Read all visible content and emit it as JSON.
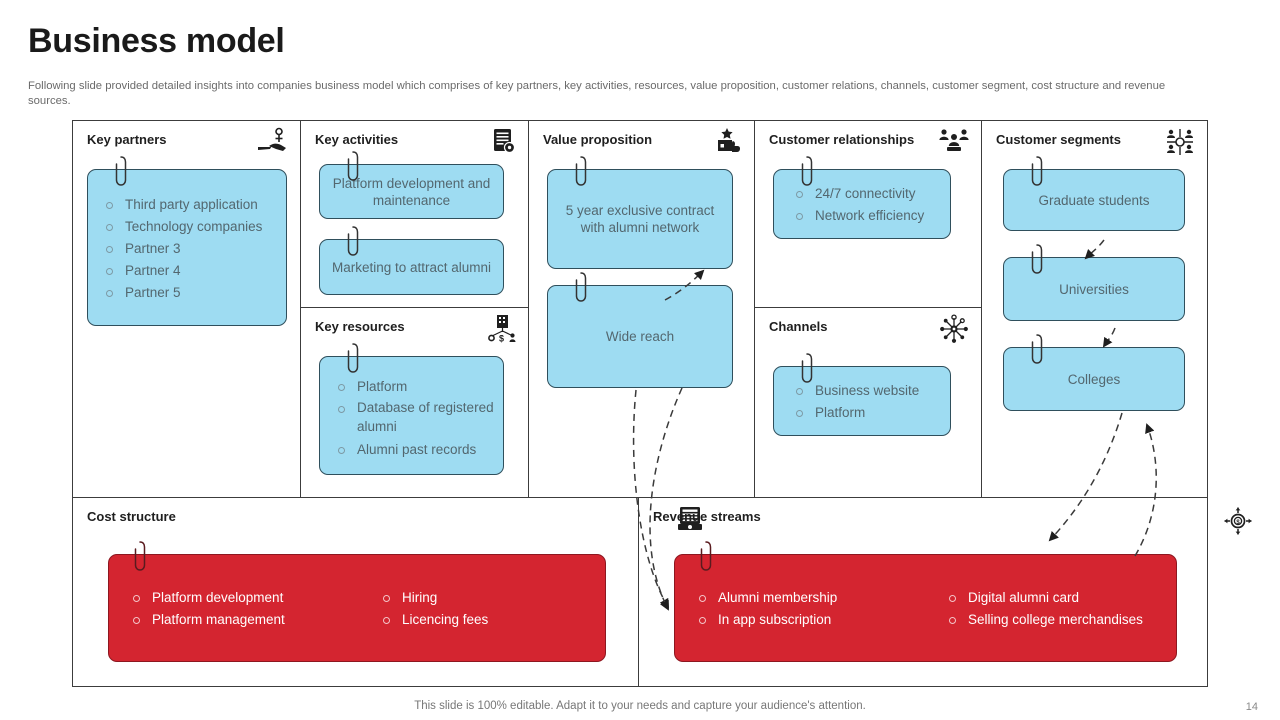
{
  "header": {
    "title": "Business model",
    "subtitle": "Following slide provided detailed insights into companies business model which comprises of key partners, key activities, resources, value proposition, customer relations, channels, customer segment, cost structure and revenue sources."
  },
  "colors": {
    "sticky_blue": "#9edcf2",
    "sticky_red": "#d42530",
    "frame": "#3c3c3c",
    "text_blue_box": "#53676f",
    "title": "#1a1a1a"
  },
  "canvas": {
    "key_partners": {
      "title": "Key partners",
      "icon": "hand-holding-person-icon",
      "items": [
        "Third party application",
        "Technology companies",
        "Partner 3",
        "Partner 4",
        "Partner 5"
      ]
    },
    "key_activities": {
      "title": "Key activities",
      "icon": "document-gear-icon",
      "cards": [
        "Platform development and maintenance",
        "Marketing to attract alumni"
      ]
    },
    "key_resources": {
      "title": "Key resources",
      "icon": "building-resources-icon",
      "items": [
        "Platform",
        "Database of registered alumni",
        "Alumni past records"
      ]
    },
    "value_proposition": {
      "title": "Value proposition",
      "icon": "trophy-thumbsup-icon",
      "cards": [
        "5 year exclusive contract with alumni network",
        "Wide reach"
      ]
    },
    "customer_relationships": {
      "title": "Customer relationships",
      "icon": "people-group-icon",
      "items": [
        "24/7 connectivity",
        "Network efficiency"
      ]
    },
    "channels": {
      "title": "Channels",
      "icon": "network-hub-icon",
      "items": [
        "Business website",
        "Platform"
      ]
    },
    "customer_segments": {
      "title": "Customer segments",
      "icon": "segments-people-icon",
      "cards": [
        "Graduate students",
        "Universities",
        "Colleges"
      ]
    },
    "cost_structure": {
      "title": "Cost structure",
      "icon": "calculator-icon",
      "items_left": [
        "Platform development",
        "Platform management"
      ],
      "items_right": [
        "Hiring",
        "Licencing fees"
      ]
    },
    "revenue_streams": {
      "title": "Revenue streams",
      "icon": "coin-target-icon",
      "items_left": [
        "Alumni membership",
        "In app subscription"
      ],
      "items_right": [
        "Digital alumni card",
        "Selling college merchandises"
      ]
    }
  },
  "footer": {
    "note": "This slide is 100% editable. Adapt it to your needs and capture your audience's attention.",
    "page_number": "14"
  }
}
